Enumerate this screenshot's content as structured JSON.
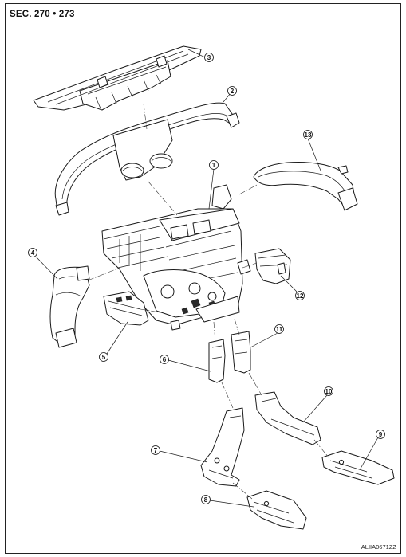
{
  "header": {
    "section_label": "SEC. 270 • 273"
  },
  "footer": {
    "reference_code": "ALIIA0671ZZ"
  },
  "callouts": [
    "1",
    "2",
    "3",
    "4",
    "5",
    "6",
    "7",
    "8",
    "9",
    "10",
    "11",
    "12",
    "13"
  ]
}
